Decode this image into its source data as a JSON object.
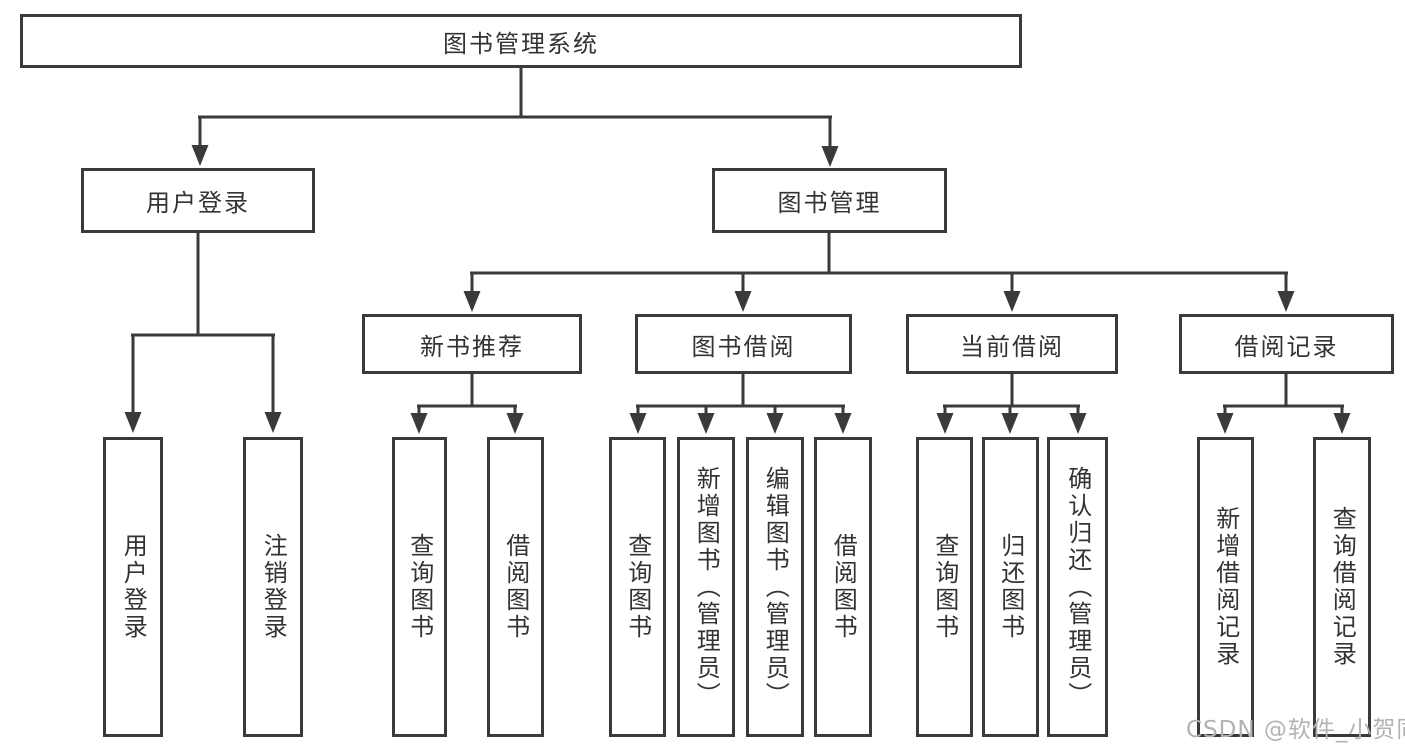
{
  "diagram": {
    "title": "图书管理系统",
    "tree": {
      "root": {
        "label": "图书管理系统"
      },
      "branches": [
        {
          "label": "用户登录",
          "children": [
            {
              "label": "用户登录"
            },
            {
              "label": "注销登录"
            }
          ]
        },
        {
          "label": "图书管理",
          "children": [
            {
              "label": "新书推荐",
              "children": [
                {
                  "label": "查询图书"
                },
                {
                  "label": "借阅图书"
                }
              ]
            },
            {
              "label": "图书借阅",
              "children": [
                {
                  "label": "查询图书"
                },
                {
                  "label": "新增图书（管理员）"
                },
                {
                  "label": "编辑图书（管理员）"
                },
                {
                  "label": "借阅图书"
                }
              ]
            },
            {
              "label": "当前借阅",
              "children": [
                {
                  "label": "查询图书"
                },
                {
                  "label": "归还图书"
                },
                {
                  "label": "确认归还（管理员）"
                }
              ]
            },
            {
              "label": "借阅记录",
              "children": [
                {
                  "label": "新增借阅记录"
                },
                {
                  "label": "查询借阅记录"
                }
              ]
            }
          ]
        }
      ]
    },
    "watermark": {
      "text": "CSDN @软件_小贺同学"
    },
    "colors": {
      "line": "#3a3a3a",
      "text": "#333333",
      "watermark": "#b3b3b3",
      "background": "#ffffff"
    }
  }
}
